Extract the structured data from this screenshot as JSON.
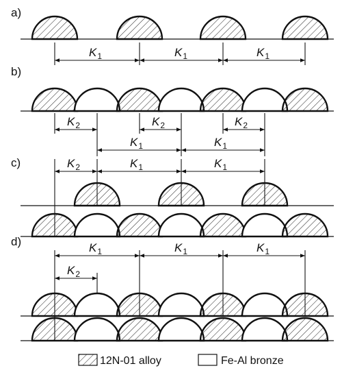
{
  "figure": {
    "panels": [
      {
        "label": "a)"
      },
      {
        "label": "b)"
      },
      {
        "label": "c)"
      },
      {
        "label": "d)"
      }
    ],
    "dimensions": {
      "k1": {
        "symbol": "K",
        "subscript": "1"
      },
      "k2": {
        "symbol": "K",
        "subscript": "2"
      }
    },
    "legend": {
      "hatched": "12N-01 alloy",
      "plain": "Fe-Al bronze"
    }
  }
}
